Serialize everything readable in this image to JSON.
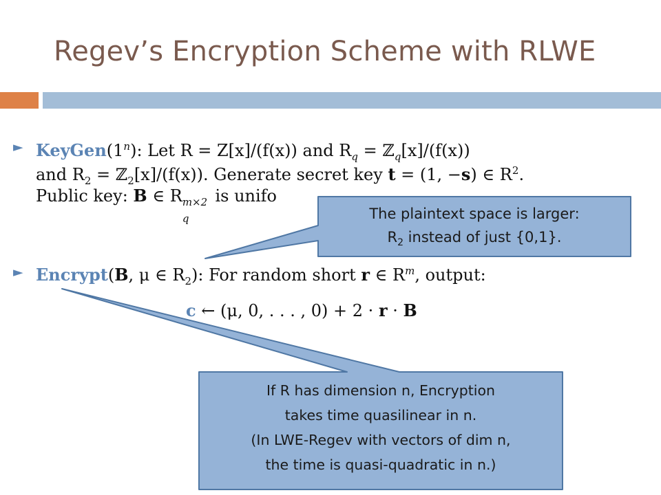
{
  "slide": {
    "title": "Regev’s Encryption Scheme with RLWE",
    "bullet_marker": "►",
    "keygen": {
      "name": "KeyGen",
      "arg": "(1",
      "arg_sup": "n",
      "line1_rest": "): Let R = Z[x]/(f(x)) and R",
      "line1_sub": "q",
      "line1_end": " = ℤ",
      "line1_end_sub": "q",
      "line1_tail": "[x]/(f(x))",
      "line2_a": "and R",
      "line2_sub": "2",
      "line2_b": " = ℤ",
      "line2_b_sub": "2",
      "line2_c": "[x]/(f(x)). Generate secret key ",
      "line2_t": "t",
      "line2_d": " = (1, −",
      "line2_s": "s",
      "line2_e": ") ∈ R",
      "line2_sup": "2",
      "line2_f": ".",
      "line3_a": "Public key: ",
      "line3_B": "B",
      "line3_b": " ∈ R",
      "line3_sup": "m×2",
      "line3_sub": "q",
      "line3_c": " is unifo"
    },
    "encrypt": {
      "name": "Encrypt",
      "args_a": "(",
      "args_B": "B",
      "args_b": ", μ ∈ R",
      "args_sub": "2",
      "args_c": "): For random short ",
      "r": "r",
      "args_d": " ∈ R",
      "args_sup": "m",
      "args_e": ", output:"
    },
    "formula": {
      "c": "c",
      "rest_a": " ← (μ, 0, . . . , 0) + 2 · ",
      "r": "r",
      "rest_b": " · ",
      "B": "B"
    }
  },
  "callouts": {
    "plaintext": {
      "line1": "The plaintext space is larger:",
      "line2_a": "R",
      "line2_sub": "2",
      "line2_b": " instead of just {0,1}."
    },
    "dimension": {
      "line1": "If R has dimension n, Encryption",
      "line2": "takes time quasilinear in n.",
      "line3": "(In LWE-Regev with vectors of dim n,",
      "line4": "the time is quasi-quadratic in n.)"
    }
  },
  "colors": {
    "title": "#7a5a4e",
    "accent_orange": "#de8147",
    "accent_blue": "#a3bdd7",
    "keyword_blue": "#5b84b4",
    "callout_fill": "#95b3d7",
    "callout_border": "#4f77a4"
  }
}
